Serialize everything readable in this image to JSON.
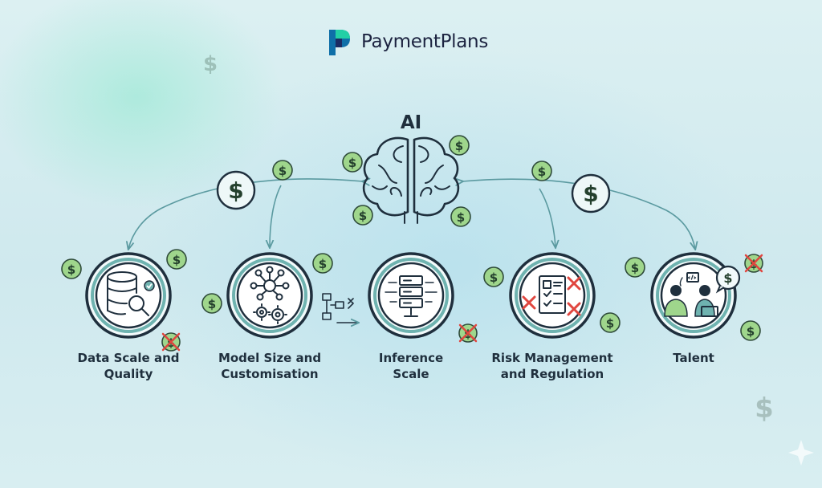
{
  "brand": {
    "name": "PaymentPlans",
    "accent": "#0f8f85"
  },
  "diagram": {
    "center_label": "AI",
    "categories": [
      "Data Scale and Quality",
      "Model Size and Customisation",
      "Inference Scale",
      "Risk Management and Regulation",
      "Talent"
    ],
    "currency_symbol": "$",
    "flow_icons": [
      "flowchart-icon",
      "arrow-right-icon"
    ],
    "colors": {
      "coin": "#9fd68c",
      "ring": "#6fb3b0",
      "cross": "#e0463f",
      "line": "#5b9aa0"
    }
  }
}
